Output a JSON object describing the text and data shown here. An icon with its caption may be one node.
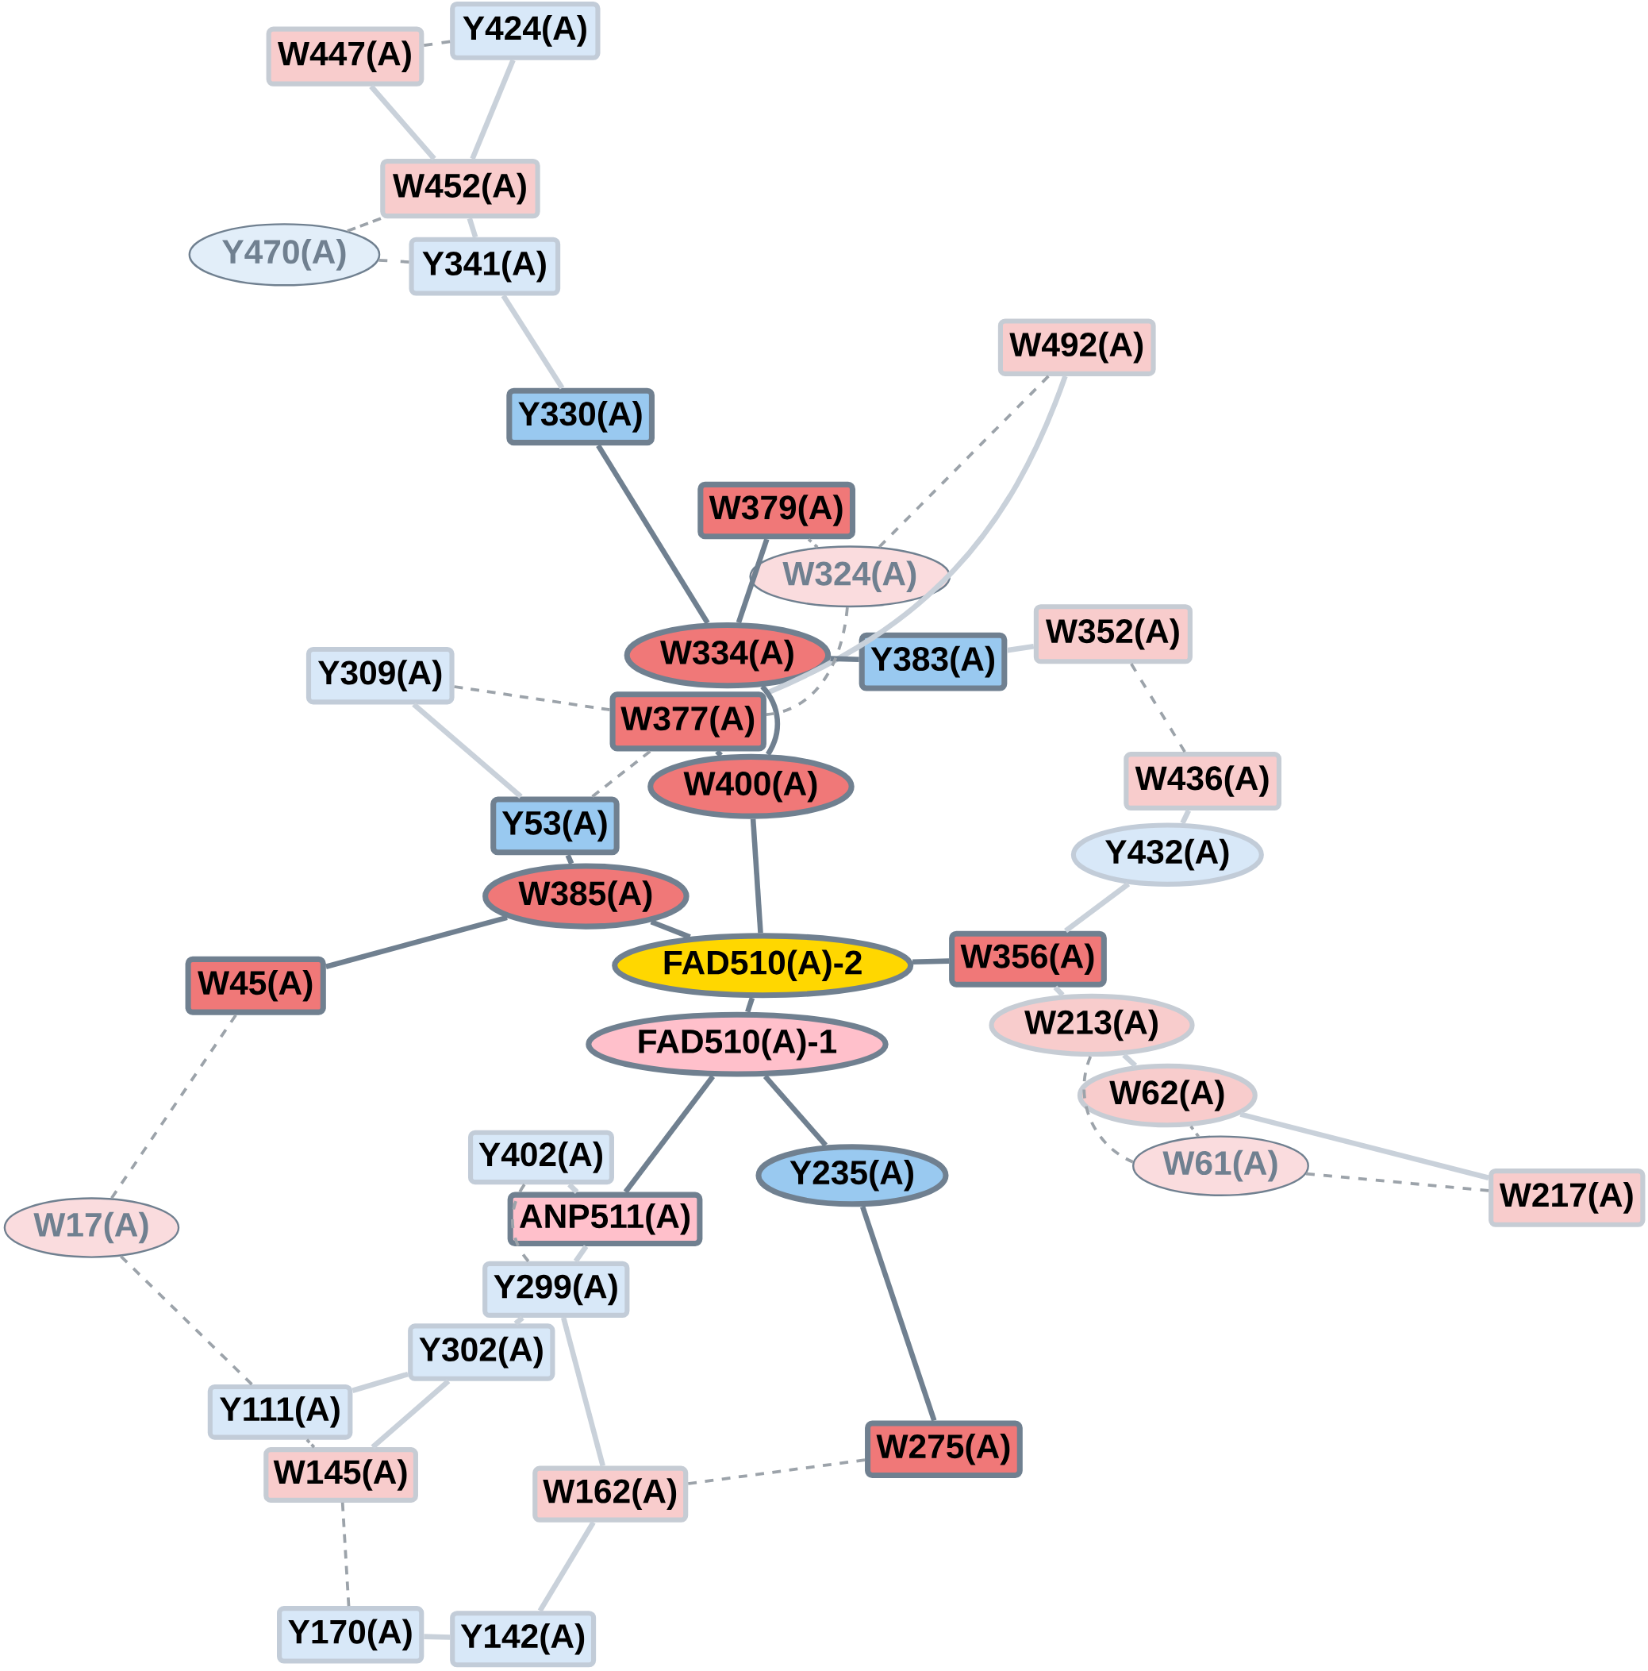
{
  "diagram": {
    "nodes": [
      {
        "text": [
          "W447(A)"
        ]
      },
      {
        "text": [
          "Y424(A)"
        ]
      },
      {
        "text": [
          "W452(A)"
        ]
      },
      {
        "text": [
          "Y470(A)"
        ]
      },
      {
        "text": [
          "Y341(A)"
        ]
      },
      {
        "text": [
          "W492(A)"
        ]
      },
      {
        "text": [
          "Y330(A)"
        ]
      },
      {
        "text": [
          "W379(A)"
        ]
      },
      {
        "text": [
          "W324(A)"
        ]
      },
      {
        "text": [
          "W334(A)"
        ]
      },
      {
        "text": [
          "Y383(A)"
        ]
      },
      {
        "text": [
          "W352(A)"
        ]
      },
      {
        "text": [
          "Y309(A)"
        ]
      },
      {
        "text": [
          "W377(A)"
        ]
      },
      {
        "text": [
          "W400(A)"
        ]
      },
      {
        "text": [
          "W436(A)"
        ]
      },
      {
        "text": [
          "Y53(A)"
        ]
      },
      {
        "text": [
          "Y432(A)"
        ]
      },
      {
        "text": [
          "W385(A)"
        ]
      },
      {
        "text": [
          "FAD510(A)-2"
        ]
      },
      {
        "text": [
          "W356(A)"
        ]
      },
      {
        "text": [
          "W45(A)"
        ]
      },
      {
        "text": [
          "W213(A)"
        ]
      },
      {
        "text": [
          "FAD510(A)-1"
        ]
      },
      {
        "text": [
          "W62(A)"
        ]
      },
      {
        "text": [
          "Y402(A)"
        ]
      },
      {
        "text": [
          "Y235(A)"
        ]
      },
      {
        "text": [
          "W61(A)"
        ]
      },
      {
        "text": [
          "W17(A)"
        ]
      },
      {
        "text": [
          "ANP511(A)"
        ]
      },
      {
        "text": [
          "W217(A)"
        ]
      },
      {
        "text": [
          "Y299(A)"
        ]
      },
      {
        "text": [
          "Y302(A)"
        ]
      },
      {
        "text": [
          "Y111(A)"
        ]
      },
      {
        "text": [
          "W275(A)"
        ]
      },
      {
        "text": [
          "W145(A)"
        ]
      },
      {
        "text": [
          "W162(A)"
        ]
      },
      {
        "text": [
          "Y170(A)"
        ]
      },
      {
        "text": [
          "Y142(A)"
        ]
      }
    ],
    "edges": [
      {
        "from": 0,
        "to": 1,
        "arrow": "none",
        "style": "dashed"
      },
      {
        "from": 0,
        "to": 2,
        "arrow": "none"
      },
      {
        "from": 1,
        "to": 2,
        "arrow": "none"
      },
      {
        "from": 2,
        "to": 3,
        "arrow": "none",
        "style": "dashed"
      },
      {
        "from": 2,
        "to": 4,
        "arrow": "none"
      },
      {
        "from": 3,
        "to": 4,
        "arrow": "none",
        "style": "dashed"
      },
      {
        "from": 4,
        "to": 6,
        "arrow": "none"
      },
      {
        "from": 6,
        "to": 9,
        "arrow": "none",
        "color": "#708090"
      },
      {
        "from": 5,
        "to": 8,
        "arrow": "none",
        "style": "dashed"
      },
      {
        "from": 5,
        "to": 13,
        "arrow": "none"
      },
      {
        "from": 7,
        "to": 9,
        "arrow": "none",
        "color": "#708090"
      },
      {
        "from": 7,
        "to": 8,
        "arrow": "none",
        "style": "dashed"
      },
      {
        "from": 8,
        "to": 13,
        "arrow": "none",
        "style": "dashed"
      },
      {
        "from": 9,
        "to": 10,
        "arrow": "none",
        "color": "#708090"
      },
      {
        "from": 9,
        "to": 14,
        "arrow": "none",
        "color": "#708090"
      },
      {
        "from": 10,
        "to": 11,
        "arrow": "none"
      },
      {
        "from": 12,
        "to": 13,
        "arrow": "none",
        "style": "dashed"
      },
      {
        "from": 12,
        "to": 16,
        "arrow": "none"
      },
      {
        "from": 13,
        "to": 14,
        "arrow": "none",
        "color": "#708090"
      },
      {
        "from": 16,
        "to": 13,
        "arrow": "none",
        "style": "dashed"
      },
      {
        "from": 11,
        "to": 15,
        "arrow": "none",
        "style": "dashed"
      },
      {
        "from": 15,
        "to": 17,
        "arrow": "none"
      },
      {
        "from": 17,
        "to": 20,
        "arrow": "none"
      },
      {
        "from": 14,
        "to": 19,
        "arrow": "none",
        "color": "#708090"
      },
      {
        "from": 16,
        "to": 18,
        "arrow": "none",
        "color": "#708090"
      },
      {
        "from": 18,
        "to": 19,
        "arrow": "none",
        "color": "#708090"
      },
      {
        "from": 18,
        "to": 21,
        "arrow": "none",
        "color": "#708090"
      },
      {
        "from": 19,
        "to": 20,
        "arrow": "none",
        "color": "#708090"
      },
      {
        "from": 19,
        "to": 23,
        "arrow": "none",
        "color": "#708090"
      },
      {
        "from": 20,
        "to": 22,
        "arrow": "none"
      },
      {
        "from": 22,
        "to": 24,
        "arrow": "none"
      },
      {
        "from": 22,
        "to": 27,
        "arrow": "none",
        "style": "dashed"
      },
      {
        "from": 24,
        "to": 27,
        "arrow": "none",
        "style": "dashed"
      },
      {
        "from": 24,
        "to": 30,
        "arrow": "none"
      },
      {
        "from": 27,
        "to": 30,
        "arrow": "none",
        "style": "dashed"
      },
      {
        "from": 21,
        "to": 28,
        "arrow": "none",
        "style": "dashed"
      },
      {
        "from": 23,
        "to": 29,
        "arrow": "none",
        "color": "#708090"
      },
      {
        "from": 23,
        "to": 26,
        "arrow": "none",
        "color": "#708090"
      },
      {
        "from": 26,
        "to": 34,
        "arrow": "none",
        "color": "#708090"
      },
      {
        "from": 25,
        "to": 29,
        "arrow": "none"
      },
      {
        "from": 25,
        "to": 31,
        "arrow": "none",
        "style": "dashed"
      },
      {
        "from": 29,
        "to": 31,
        "arrow": "none"
      },
      {
        "from": 28,
        "to": 33,
        "arrow": "none",
        "style": "dashed"
      },
      {
        "from": 31,
        "to": 32,
        "arrow": "none"
      },
      {
        "from": 31,
        "to": 36,
        "arrow": "none"
      },
      {
        "from": 32,
        "to": 33,
        "arrow": "none"
      },
      {
        "from": 32,
        "to": 35,
        "arrow": "none"
      },
      {
        "from": 33,
        "to": 35,
        "arrow": "none",
        "style": "dashed"
      },
      {
        "from": 35,
        "to": 37,
        "arrow": "none",
        "style": "dashed"
      },
      {
        "from": 37,
        "to": 38,
        "arrow": "none"
      },
      {
        "from": 36,
        "to": 38,
        "arrow": "none"
      },
      {
        "from": 36,
        "to": 34,
        "arrow": "none",
        "style": "dashed"
      }
    ]
  }
}
